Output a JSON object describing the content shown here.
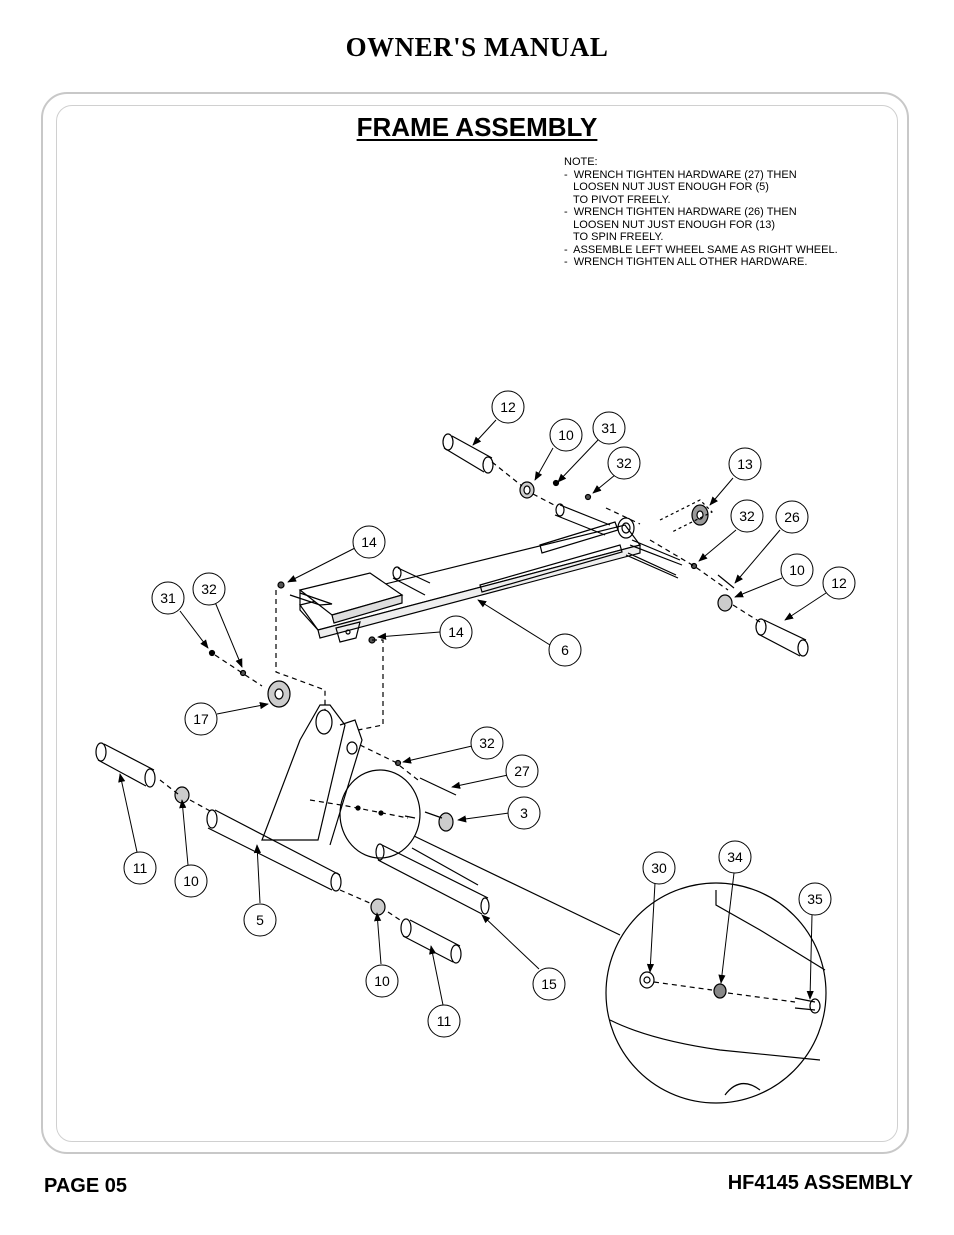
{
  "header": {
    "title": "OWNER'S MANUAL"
  },
  "section": {
    "title": "FRAME ASSEMBLY"
  },
  "notes": [
    "NOTE:",
    "-  WRENCH TIGHTEN HARDWARE (27) THEN",
    "   LOOSEN NUT JUST ENOUGH FOR (5)",
    "   TO PIVOT FREELY.",
    "-  WRENCH TIGHTEN HARDWARE (26) THEN",
    "   LOOSEN NUT JUST ENOUGH FOR (13)",
    "   TO SPIN FREELY.",
    "-  ASSEMBLE LEFT WHEEL SAME AS RIGHT WHEEL.",
    "-  WRENCH TIGHTEN ALL OTHER HARDWARE."
  ],
  "callouts": [
    "12",
    "10",
    "31",
    "32",
    "13",
    "32",
    "26",
    "10",
    "12",
    "14",
    "31",
    "32",
    "14",
    "6",
    "17",
    "32",
    "27",
    "3",
    "11",
    "10",
    "5",
    "10",
    "11",
    "15",
    "30",
    "34",
    "35"
  ],
  "footer": {
    "page": "PAGE 05",
    "model": "HF4145 ASSEMBLY"
  }
}
